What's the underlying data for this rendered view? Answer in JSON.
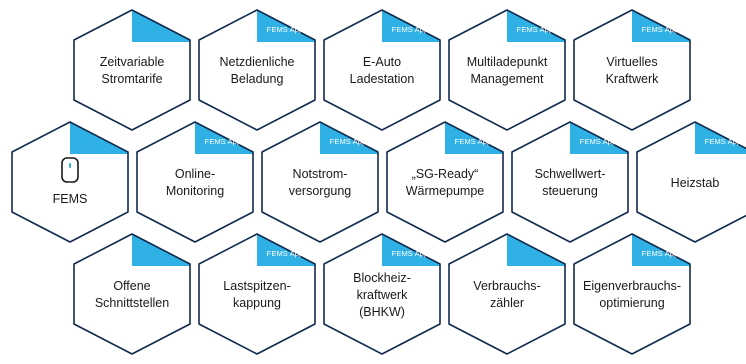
{
  "colors": {
    "accent": "#2fb1e6",
    "border": "#102a4e",
    "text": "#1a1a1a"
  },
  "badge_text": "FEMS App",
  "rows": [
    [
      {
        "label": "Zeitvariable\nStromtarife",
        "badge": false,
        "icon": ""
      },
      {
        "label": "Netzdienliche\nBeladung",
        "badge": true,
        "icon": ""
      },
      {
        "label": "E-Auto\nLadestation",
        "badge": true,
        "icon": ""
      },
      {
        "label": "Multiladepunkt\nManagement",
        "badge": true,
        "icon": ""
      },
      {
        "label": "Virtuelles\nKraftwerk",
        "badge": true,
        "icon": ""
      }
    ],
    [
      {
        "label": "FEMS",
        "badge": false,
        "icon": "fems-device-icon"
      },
      {
        "label": "Online-\nMonitoring",
        "badge": true,
        "icon": ""
      },
      {
        "label": "Notstrom-\nversorgung",
        "badge": true,
        "icon": ""
      },
      {
        "label": "„SG-Ready“\nWärmepumpe",
        "badge": true,
        "icon": ""
      },
      {
        "label": "Schwellwert-\nsteuerung",
        "badge": true,
        "icon": ""
      },
      {
        "label": "Heizstab",
        "badge": true,
        "icon": ""
      }
    ],
    [
      {
        "label": "Offene\nSchnittstellen",
        "badge": false,
        "icon": ""
      },
      {
        "label": "Lastspitzen-\nkappung",
        "badge": true,
        "icon": ""
      },
      {
        "label": "Blockheiz-\nkraftwerk\n(BHKW)",
        "badge": true,
        "icon": ""
      },
      {
        "label": "Verbrauchs-\nzähler",
        "badge": false,
        "icon": ""
      },
      {
        "label": "Eigenverbrauchs-\noptimierung",
        "badge": true,
        "icon": ""
      }
    ]
  ]
}
